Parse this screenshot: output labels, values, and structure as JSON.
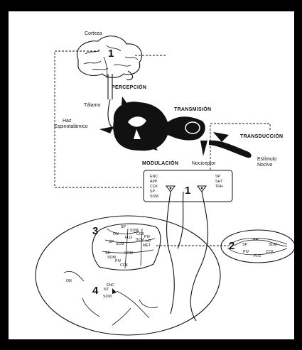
{
  "labels": {
    "corteza": "Corteza",
    "percepcion": "PERCEPCIÓN",
    "talamo": "Tálamo",
    "transmision": "TRANSMISIÓN",
    "haz_1": "Haz",
    "haz_2": "Espinotalámico",
    "transduccion": "TRANSDUCCIÓN",
    "modulacion": "MODULACIÓN",
    "nociceptor": "Nociceptor",
    "estimulo_1": "Estímulo",
    "estimulo_2": "Nocivo"
  },
  "numbers": {
    "n1": "1",
    "n2": "2",
    "n3": "3",
    "n4": "4"
  },
  "box1": {
    "left": [
      "ENC",
      "APP",
      "CCK",
      "SP",
      "SOM"
    ],
    "right": [
      "SP",
      "SHT",
      "TRH"
    ]
  },
  "cord_labels": {
    "sp": "SP",
    "som": "SOM",
    "ccx": "CCK",
    "on": "ON",
    "flg": "FLG",
    "scm": "SCM",
    "piv": "PIV",
    "lo": "LO",
    "met": "MET",
    "sp2": "SP",
    "scm2": "SCM",
    "som2": "SOM",
    "sp3": "SP",
    "som3": "SOM",
    "piv2": "PIV",
    "cck2": "CCK",
    "on2": "ON",
    "enc": "ENC",
    "nt": "NT",
    "som4": "SOM"
  },
  "inset2": {
    "ar": "AR",
    "sp": "SP",
    "som": "SOM",
    "piv": "PIV",
    "cck": "CCK",
    "flg": "FLG"
  },
  "colors": {
    "ink": "#111111",
    "frame": "#000000",
    "paper": "#ffffff"
  }
}
